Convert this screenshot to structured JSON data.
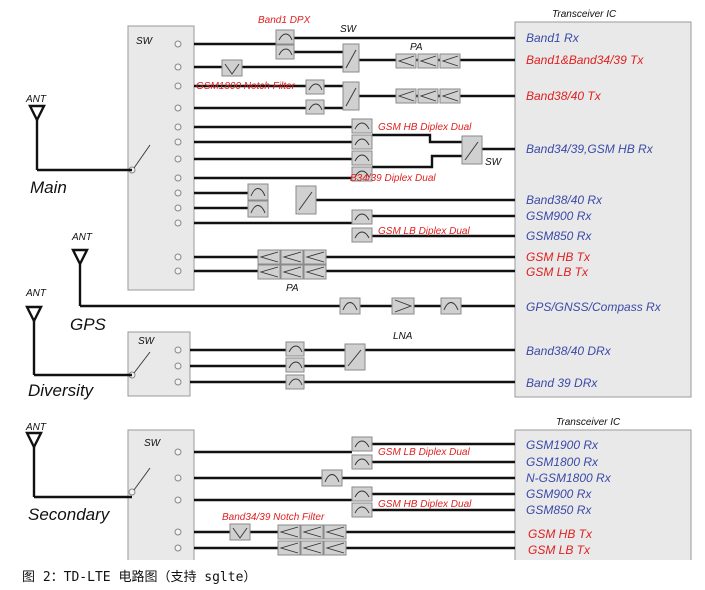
{
  "labels": {
    "ant": "ANT",
    "sw": "SW",
    "pa": "PA",
    "lna": "LNA",
    "main": "Main",
    "gps": "GPS",
    "diversity": "Diversity",
    "secondary": "Secondary",
    "transceiver_ic": "Transceiver IC"
  },
  "filter_labels": {
    "band1_dpx": "Band1 DPX",
    "gsm1800_notch": "GSM1800 Notch Filter",
    "gsm_hb_diplex": "GSM HB Diplex Dual",
    "b34_39_diplex": "B34/39 Diplex Dual",
    "gsm_lb_diplex": "GSM LB Diplex Dual",
    "band34_39_notch": "Band34/39 Notch Filter"
  },
  "upper_outputs": [
    {
      "text": "Band1 Rx",
      "kind": "rx"
    },
    {
      "text": "Band1&Band34/39 Tx",
      "kind": "tx"
    },
    {
      "text": "Band38/40 Tx",
      "kind": "tx"
    },
    {
      "text": "Band34/39,GSM HB Rx",
      "kind": "rx"
    },
    {
      "text": "Band38/40 Rx",
      "kind": "rx"
    },
    {
      "text": "GSM900 Rx",
      "kind": "rx"
    },
    {
      "text": "GSM850 Rx",
      "kind": "rx"
    },
    {
      "text": "GSM HB Tx",
      "kind": "tx"
    },
    {
      "text": "GSM LB Tx",
      "kind": "tx"
    },
    {
      "text": "GPS/GNSS/Compass Rx",
      "kind": "rx"
    },
    {
      "text": "Band38/40 DRx",
      "kind": "rx"
    },
    {
      "text": "Band 39 DRx",
      "kind": "rx"
    }
  ],
  "lower_outputs": [
    {
      "text": "GSM1900 Rx",
      "kind": "rx"
    },
    {
      "text": "GSM1800 Rx",
      "kind": "rx"
    },
    {
      "text": "N-GSM1800 Rx",
      "kind": "rx"
    },
    {
      "text": "GSM900 Rx",
      "kind": "rx"
    },
    {
      "text": "GSM850 Rx",
      "kind": "rx"
    },
    {
      "text": "GSM HB Tx",
      "kind": "tx"
    },
    {
      "text": "GSM LB Tx",
      "kind": "tx"
    }
  ],
  "caption": "图 2：TD-LTE 电路图（支持 sglte）",
  "colors": {
    "rx": "#3a4aa8",
    "tx": "#e02020",
    "filter_label": "#e02020",
    "wire": "#111111",
    "panel": "#e9e9e9"
  }
}
